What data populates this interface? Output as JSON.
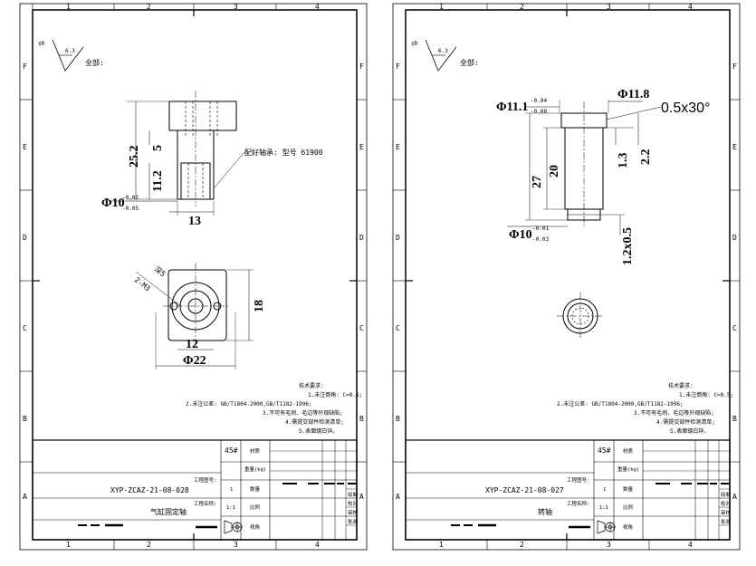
{
  "zones_top": [
    "1",
    "2",
    "3",
    "4"
  ],
  "zones_side": [
    "F",
    "E",
    "D",
    "C",
    "B",
    "A"
  ],
  "left": {
    "roughness_symbol": "6.3",
    "roughness_note": "全部:",
    "callout": "配好轴承: 型号 61900",
    "dims": {
      "d1": "25.2",
      "d2": "5",
      "d3": "11.2",
      "d4": "13",
      "d5_main": "Φ10",
      "d5_up": "-0.02",
      "d5_lo": "-0.05",
      "d6": "18",
      "d7": "12",
      "d8": "Φ22",
      "d9a": "2-M3",
      "d9b": "深5"
    },
    "tech_title": "技术要求:",
    "tech_notes": [
      "1.未注倒角: C=0.5;",
      "2.未注公差: GB/T1804-2000,GB/T1182-1996;",
      "3.不可有毛刺、毛边等外观缺陷;",
      "4.需提交部件检测清单;",
      "5.表面镀白锌。"
    ],
    "material": "45#",
    "drawing_no_label": "工程图号:",
    "drawing_no": "XYP-ZCAZ-21-08-028",
    "part_name_label": "工程名称:",
    "part_name": "气缸固定轴",
    "qty": "1",
    "scale": "1:1"
  },
  "right": {
    "roughness_symbol": "6.3",
    "roughness_note": "全部:",
    "callout": "0.5x30°",
    "dims": {
      "r1_main": "Φ11.1",
      "r1_up": "-0.04",
      "r1_lo": "-0.08",
      "r2": "Φ11.8",
      "r3": "20",
      "r4": "27",
      "r5": "1.3",
      "r6": "2.2",
      "r7_main": "Φ10",
      "r7_up": "-0.01",
      "r7_lo": "-0.03",
      "r8": "1.2x0.5"
    },
    "tech_title": "技术要求:",
    "tech_notes": [
      "1.未注倒角: C=0.5;",
      "2.未注公差: GB/T1804-2000,GB/T1182-1996;",
      "3.不可有毛刺、毛边等外观缺陷;",
      "4.需提交部件检测清单;",
      "5.表面镀白锌。"
    ],
    "material": "45#",
    "drawing_no_label": "工程图号:",
    "drawing_no": "XYP-ZCAZ-21-08-027",
    "part_name_label": "工程名称:",
    "part_name": "转轴",
    "qty": "1",
    "scale": "1:1"
  },
  "title_block": {
    "material_label": "材质",
    "weight_label": "重量(kg)",
    "qty_label": "数量",
    "scale_label": "比例",
    "view_label": "视角",
    "sign_labels": [
      "绘制",
      "校对",
      "审核",
      "批准"
    ]
  }
}
